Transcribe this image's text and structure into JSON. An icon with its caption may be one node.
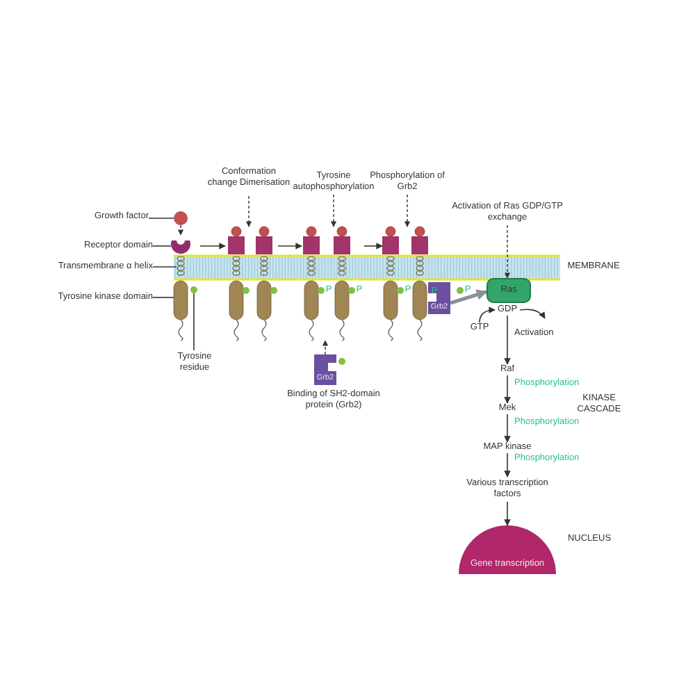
{
  "diagram": {
    "nodes": [
      {
        "text": [
          "Growth factor"
        ]
      },
      {
        "text": [],
        "shape": "circle"
      },
      {
        "text": [
          "Receptor domain"
        ]
      },
      {
        "text": [
          "Transmembrane α helix"
        ]
      },
      {
        "text": [
          "Tyrosine kinase domain"
        ]
      },
      {
        "text": [
          "Tyrosine residue"
        ]
      },
      {
        "text": [],
        "shape": "picture"
      },
      {
        "text": [],
        "shape": "picture",
        "in": 6
      },
      {
        "text": [],
        "shape": "picture",
        "in": 6
      },
      {
        "text": [],
        "shape": "box",
        "in": 6
      },
      {
        "text": [],
        "shape": "circle",
        "in": 6
      },
      {
        "text": [
          "Conformation change Dimerisation"
        ]
      },
      {
        "text": [],
        "shape": "picture"
      },
      {
        "text": [
          "Tyrosine autophosphorylation"
        ]
      },
      {
        "text": [],
        "shape": "picture"
      },
      {
        "text": [
          "Phosphorylation of Grb2"
        ]
      },
      {
        "text": [],
        "shape": "picture"
      },
      {
        "text": [
          "Grb2"
        ],
        "in": 16
      },
      {
        "text": [
          "Grb2"
        ],
        "beside": [
          "Binding of SH2-domain protein (Grb2)"
        ]
      },
      {
        "text": [
          "Activation of Ras GDP/GTP exchange"
        ]
      },
      {
        "text": [
          "Ras"
        ]
      },
      {
        "text": [
          "GDP"
        ]
      },
      {
        "text": [
          "GTP"
        ]
      },
      {
        "text": [
          "Raf"
        ]
      },
      {
        "text": [
          "Mek"
        ]
      },
      {
        "text": [
          "MAP kinase"
        ]
      },
      {
        "text": [
          "Various transcription factors"
        ]
      },
      {
        "text": [
          "Gene transcription"
        ],
        "beside": [
          "NUCLEUS"
        ]
      }
    ],
    "edges": [
      {
        "from": 0,
        "to": 1,
        "arrow": "none"
      },
      {
        "from": 1,
        "to": 7,
        "arrow": "to",
        "style": "dashed"
      },
      {
        "from": 2,
        "to": 7,
        "arrow": "none"
      },
      {
        "from": 3,
        "to": 8,
        "arrow": "none"
      },
      {
        "from": 4,
        "to": 9,
        "arrow": "none"
      },
      {
        "from": 5,
        "to": 10,
        "arrow": "none"
      },
      {
        "from": 6,
        "to": 12,
        "arrow": "to"
      },
      {
        "from": 12,
        "to": 14,
        "arrow": "to"
      },
      {
        "from": 14,
        "to": 16,
        "arrow": "to"
      },
      {
        "from": 11,
        "to": 12,
        "arrow": "to",
        "style": "dashed"
      },
      {
        "from": 13,
        "to": 14,
        "arrow": "to",
        "style": "dashed"
      },
      {
        "from": 15,
        "to": 16,
        "arrow": "to",
        "style": "dashed"
      },
      {
        "from": 18,
        "to": 14,
        "arrow": "to",
        "style": "dashed"
      },
      {
        "from": 17,
        "to": 20,
        "arrow": "to",
        "style": "thick",
        "color": "#8c8f99"
      },
      {
        "from": 19,
        "to": 20,
        "arrow": "to",
        "style": "dashed"
      },
      {
        "from": 22,
        "to": 21,
        "arrow": "to"
      },
      {
        "from": 21,
        "to": null,
        "arrow": "to"
      },
      {
        "from": 21,
        "to": 23,
        "arrow": "to",
        "label": "Activation"
      },
      {
        "from": 23,
        "to": 24,
        "arrow": "to",
        "label": "Phosphorylation"
      },
      {
        "from": 24,
        "to": 25,
        "arrow": "to",
        "label": "Phosphorylation"
      },
      {
        "from": 25,
        "to": 26,
        "arrow": "to",
        "label": "Phosphorylation"
      },
      {
        "from": 26,
        "to": 27,
        "arrow": "to"
      }
    ],
    "labels": [
      "MEMBRANE",
      "P",
      "P",
      "P",
      "P",
      "P",
      "KINASE CASCADE"
    ]
  }
}
